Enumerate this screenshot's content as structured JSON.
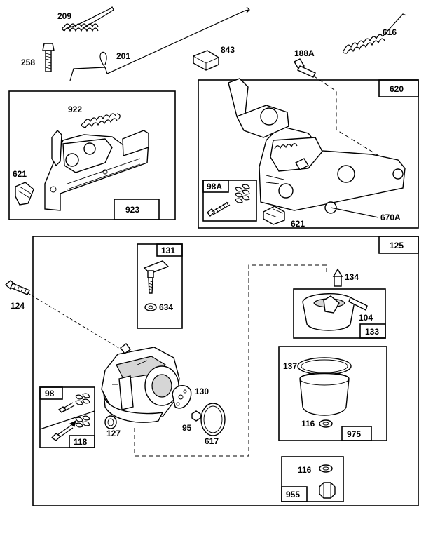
{
  "labels": {
    "p209": "209",
    "p258": "258",
    "p201": "201",
    "p843": "843",
    "p188a": "188A",
    "p616": "616",
    "p922": "922",
    "p621a": "621",
    "p923": "923",
    "p620": "620",
    "p98a": "98A",
    "p621b": "621",
    "p670a": "670A",
    "p125": "125",
    "p131": "131",
    "p124": "124",
    "p634": "634",
    "p134": "134",
    "p104": "104",
    "p133": "133",
    "p137": "137",
    "p116a": "116",
    "p975": "975",
    "p98": "98",
    "p118": "118",
    "p127": "127",
    "p130": "130",
    "p95": "95",
    "p617": "617",
    "p116b": "116",
    "p955": "955"
  }
}
